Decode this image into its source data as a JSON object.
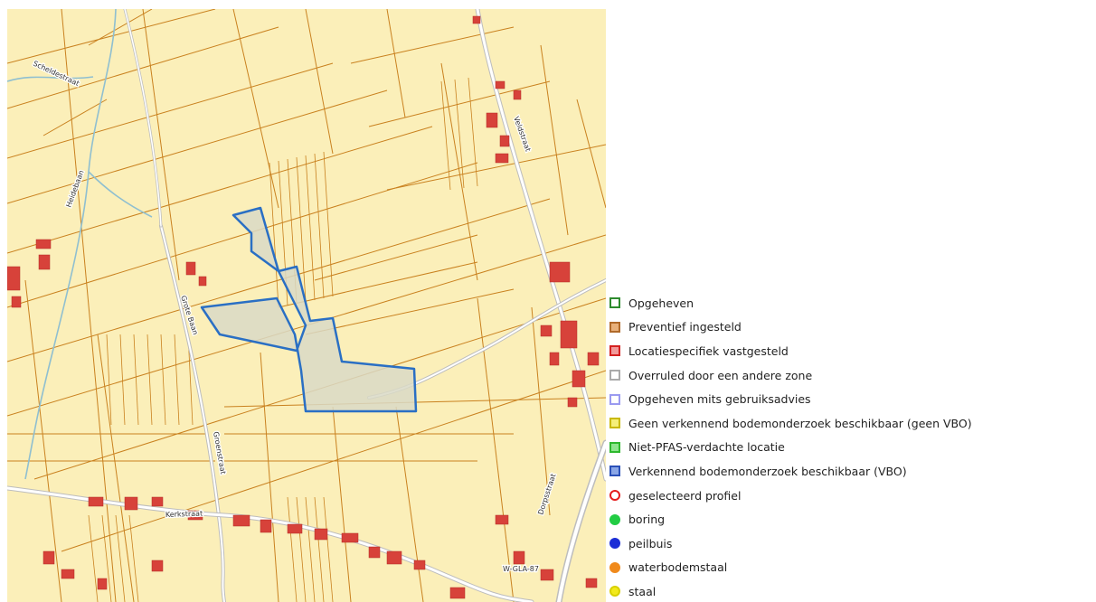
{
  "map": {
    "road_labels": [
      "Scheldestraat",
      "Grote Baan",
      "Groenstraat",
      "Kerkstraat",
      "Veldstraat",
      "Dorpsstraat",
      "W-GLA-87",
      "Heidebaan"
    ]
  },
  "legend": {
    "items": [
      {
        "label": "Opgeheven",
        "type": "square",
        "fill": "#ffffff",
        "border": "#2e8b2e"
      },
      {
        "label": "Preventief ingesteld",
        "type": "square",
        "fill": "#e8b07a",
        "border": "#b06a2a"
      },
      {
        "label": "Locatiespecifiek vastgesteld",
        "type": "square",
        "fill": "#f19999",
        "border": "#d42020"
      },
      {
        "label": "Overruled door een andere zone",
        "type": "square",
        "fill": "#ffffff",
        "border": "#aaaaaa"
      },
      {
        "label": "Opgeheven mits gebruiksadvies",
        "type": "square",
        "fill": "#ffffff",
        "border": "#9a9af0"
      },
      {
        "label": "Geen verkennend bodemonderzoek beschikbaar (geen VBO)",
        "type": "square",
        "fill": "#f5ef7a",
        "border": "#c9b900"
      },
      {
        "label": "Niet-PFAS-verdachte locatie",
        "type": "square",
        "fill": "#8ee58e",
        "border": "#2eb82e"
      },
      {
        "label": "Verkennend bodemonderzoek beschikbaar (VBO)",
        "type": "square",
        "fill": "#8aa6e6",
        "border": "#2a50b8"
      },
      {
        "label": "geselecteerd profiel",
        "type": "ring",
        "fill": "#ffffff",
        "border": "#e51c1c"
      },
      {
        "label": "boring",
        "type": "dot",
        "fill": "#22cc44",
        "border": "#22cc44"
      },
      {
        "label": "peilbuis",
        "type": "dot",
        "fill": "#1c2ed6",
        "border": "#1c2ed6"
      },
      {
        "label": "waterbodemstaal",
        "type": "dot",
        "fill": "#f08a1c",
        "border": "#f08a1c"
      },
      {
        "label": "staal",
        "type": "dot",
        "fill": "#f2ea1c",
        "border": "#d8d000"
      }
    ]
  },
  "colors": {
    "map_background": "#fbefb9",
    "parcel_line": "#c9811f",
    "building": "#d7423a",
    "water": "#8fbfd0",
    "main_road": "#bdbdbd",
    "highlight_fill": "#d9d9c5",
    "highlight_stroke": "#2a6fc4"
  }
}
